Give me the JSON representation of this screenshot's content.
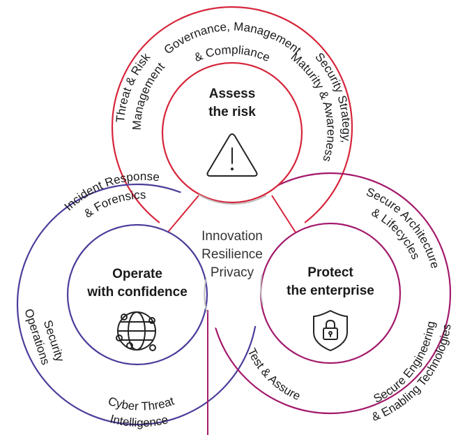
{
  "colors": {
    "top_ring": "#d6243a",
    "left_ring": "#4b3c9a",
    "right_ring": "#a3196b",
    "inner_gray": "#bfbfbf"
  },
  "center": {
    "line1": "Innovation",
    "line2": "Resilience",
    "line3": "Privacy"
  },
  "assess": {
    "title1": "Assess",
    "title2": "the risk",
    "icon": "warning-triangle-icon",
    "governance1": "Governance, Management",
    "governance2": "& Compliance",
    "threat1": "Threat & Risk",
    "threat2": "Management",
    "strategy1": "Security Strategy,",
    "strategy2": "Maturity & Awareness"
  },
  "operate": {
    "title1": "Operate",
    "title2": "with confidence",
    "icon": "globe-network-icon",
    "incident1": "Incident Response",
    "incident2": "& Forensics",
    "secops1": "Security",
    "secops2": "Operations",
    "cti1": "Cyber Threat",
    "cti2": "Intelligence"
  },
  "protect": {
    "title1": "Protect",
    "title2": "the enterprise",
    "icon": "lock-shield-icon",
    "architecture1": "Secure Architecture",
    "architecture2": "& Lifecycles",
    "engineering1": "Secure Engineering",
    "engineering2": "& Enabling Technologies",
    "test": "Test & Assure"
  }
}
